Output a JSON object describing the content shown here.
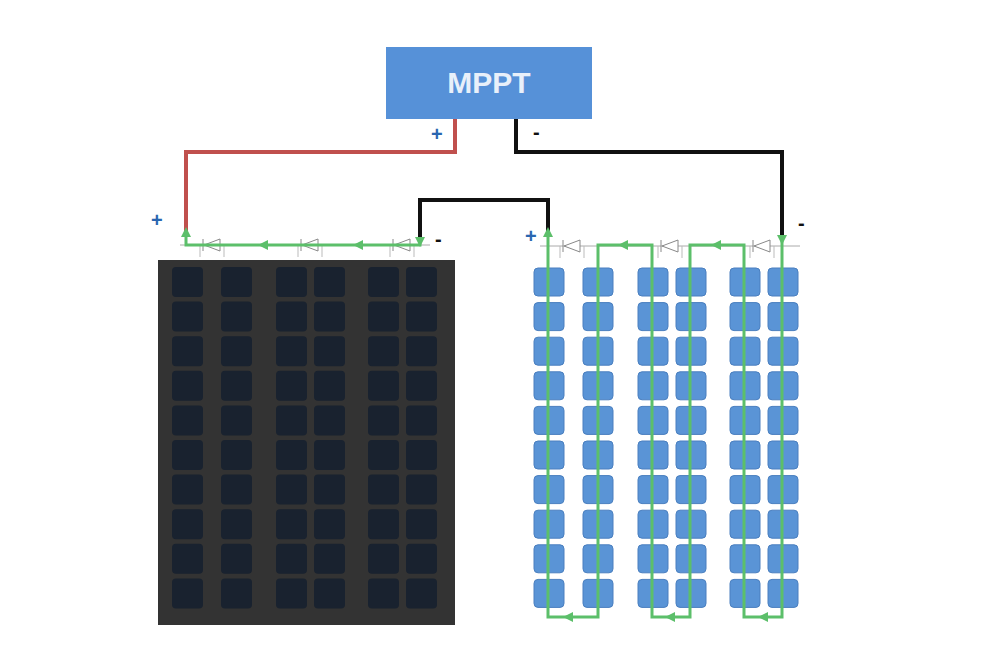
{
  "diagram": {
    "nodes": [
      {
        "text": [
          "MPPT"
        ]
      }
    ],
    "labels": [
      "+",
      "-",
      "+",
      "-",
      "+",
      "-"
    ]
  }
}
